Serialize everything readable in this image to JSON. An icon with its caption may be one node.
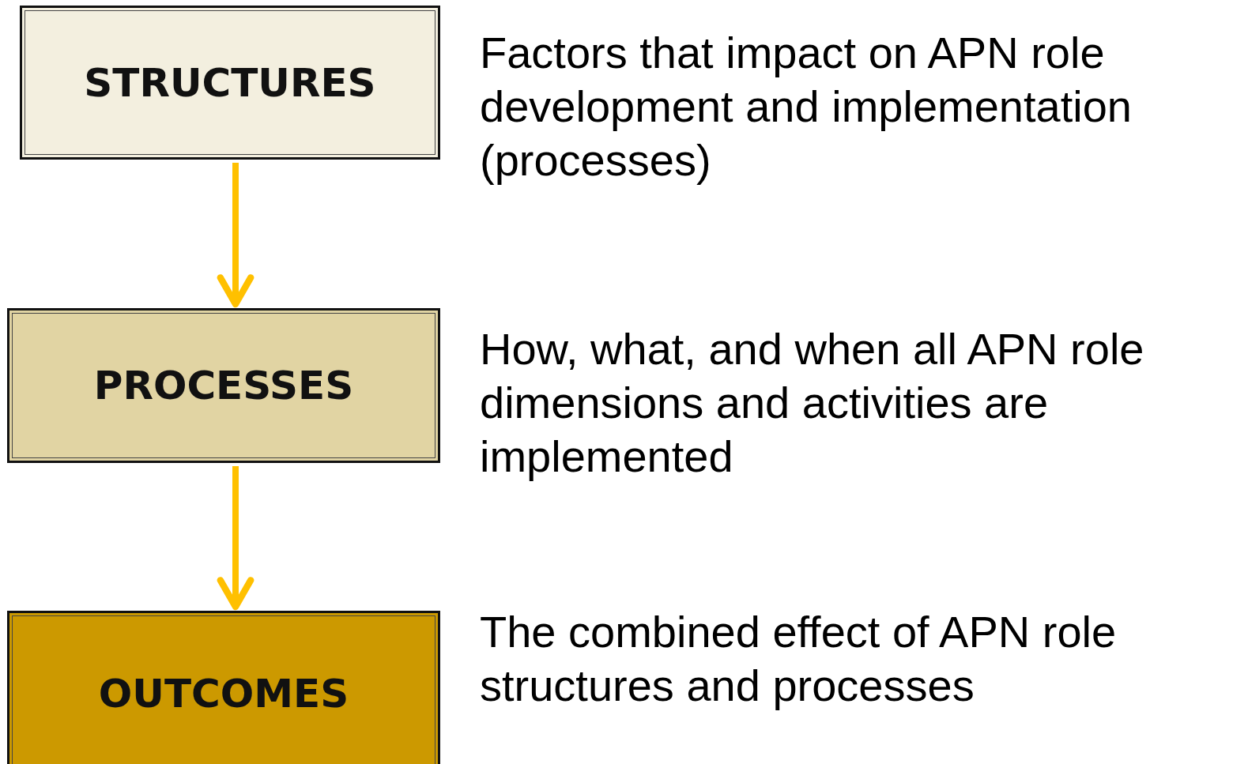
{
  "diagram": {
    "nodes": [
      {
        "text": [
          "STRUCTURES"
        ],
        "beside": [
          "Factors that impact on APN role development and implementation (processes)"
        ]
      },
      {
        "text": [
          "PROCESSES"
        ],
        "beside": [
          "How, what, and when all APN role dimensions and activities are implemented"
        ]
      },
      {
        "text": [
          "OUTCOMES"
        ],
        "beside": [
          "The combined effect of APN role structures and processes"
        ]
      }
    ],
    "edges": [
      {
        "from": 0,
        "to": 1,
        "arrow": "to"
      },
      {
        "from": 1,
        "to": 2,
        "arrow": "to"
      }
    ]
  }
}
